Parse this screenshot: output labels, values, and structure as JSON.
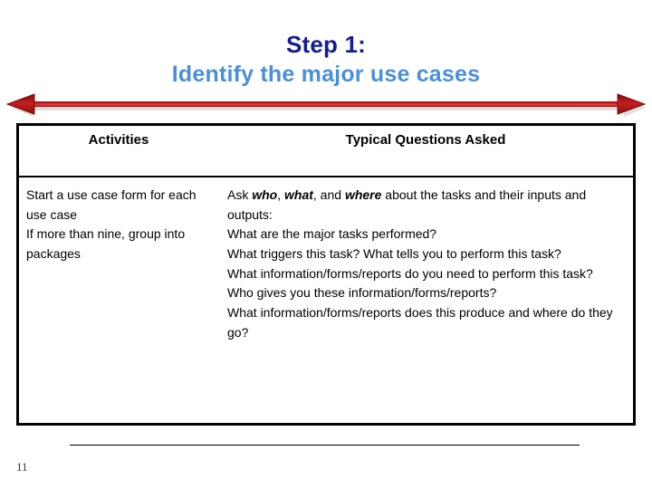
{
  "slide": {
    "title_line1": "Step 1:",
    "title_line2": "Identify the major use cases",
    "title_line1_color": "#121e94",
    "title_line2_color": "#4a90d9",
    "arrow_color": "#c00000",
    "arrow_highlight_color": "#e8403a",
    "page_number": "11"
  },
  "table": {
    "headers": {
      "activities": "Activities",
      "questions": "Typical Questions Asked"
    },
    "activities": [
      "Start a use case form for each use case",
      "If more than nine, group into packages"
    ],
    "questions": {
      "intro_prefix": "Ask ",
      "intro_em1": "who",
      "intro_sep1": ", ",
      "intro_em2": "what",
      "intro_sep2": ", and ",
      "intro_em3": "where",
      "intro_suffix": " about the tasks and their inputs and outputs:",
      "items": [
        "What are the major tasks performed?",
        "What triggers this task?  What tells you to perform this task?",
        "What information/forms/reports do you need to perform this task?",
        "Who gives you these information/forms/reports?",
        "What information/forms/reports does this produce and where do they go?"
      ]
    }
  }
}
